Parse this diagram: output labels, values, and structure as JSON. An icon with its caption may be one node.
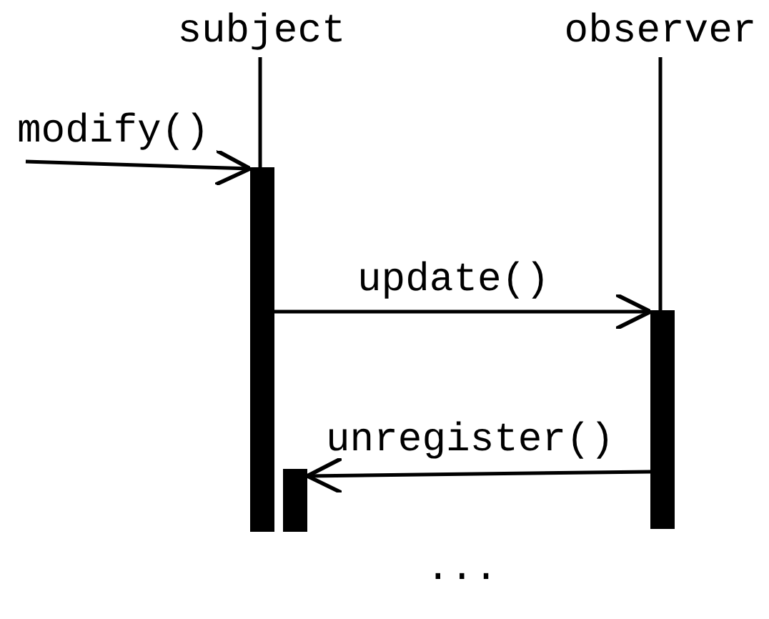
{
  "diagram": {
    "nodes": [
      {
        "text": [
          "subject"
        ]
      },
      {
        "text": [
          "observer"
        ]
      },
      {
        "text": [],
        "shape": "bar"
      },
      {
        "text": [],
        "shape": "bar"
      },
      {
        "text": [],
        "shape": "bar"
      }
    ],
    "edges": [
      {
        "from": 0,
        "to": 2,
        "arrow": "none"
      },
      {
        "from": 1,
        "to": 3,
        "arrow": "none"
      },
      {
        "from": null,
        "to": 2,
        "arrow": "to",
        "label": "modify()"
      },
      {
        "from": 2,
        "to": 3,
        "arrow": "to",
        "label": "update()"
      },
      {
        "from": 3,
        "to": 4,
        "arrow": "to",
        "label": "unregister()"
      }
    ],
    "labels": [
      "..."
    ]
  }
}
